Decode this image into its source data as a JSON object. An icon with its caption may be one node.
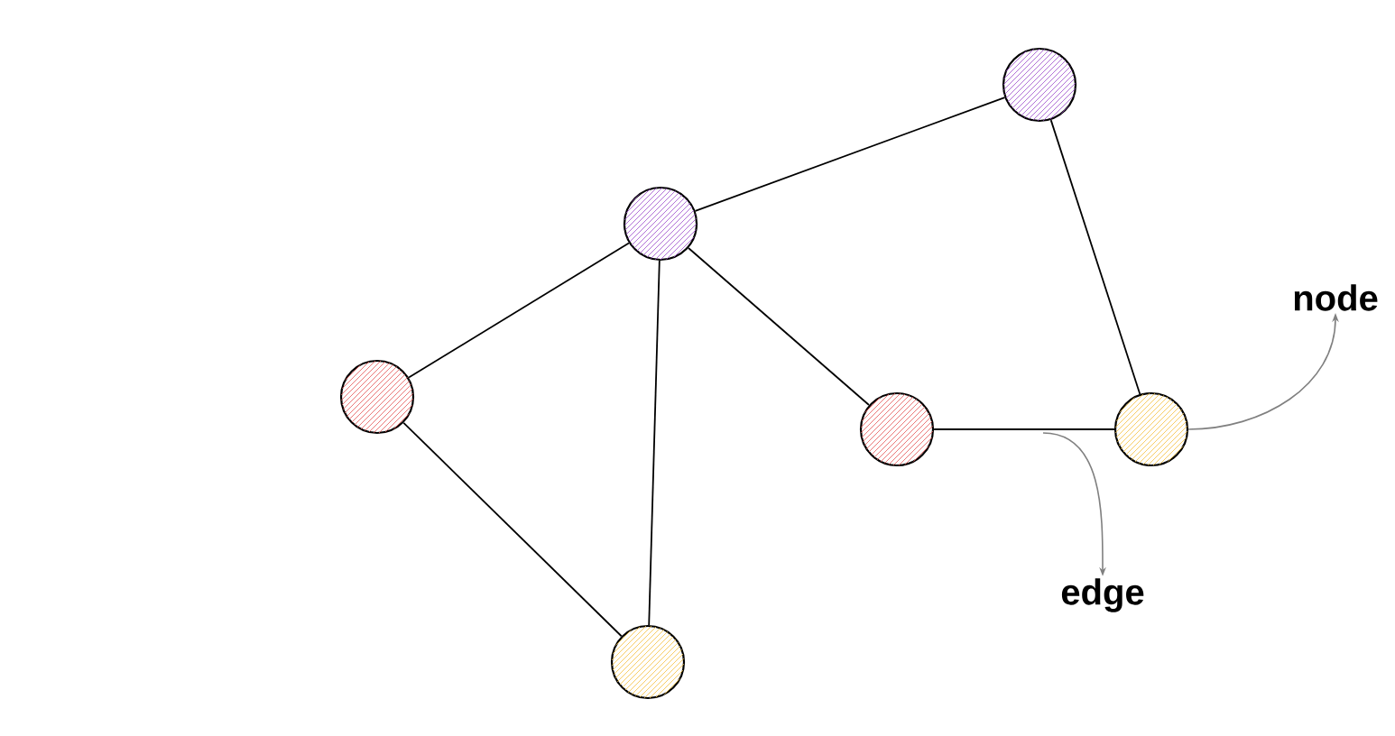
{
  "diagram": {
    "nodes": [
      {
        "text": [],
        "shape": "circle"
      },
      {
        "text": [],
        "shape": "circle"
      },
      {
        "text": [],
        "shape": "circle"
      },
      {
        "text": [],
        "shape": "circle"
      },
      {
        "text": [],
        "shape": "circle"
      },
      {
        "text": [],
        "shape": "circle"
      },
      {
        "text": [
          "node"
        ]
      },
      {
        "text": [
          "edge"
        ]
      }
    ],
    "edges": [
      {
        "from": 0,
        "to": 1,
        "arrow": "none"
      },
      {
        "from": 0,
        "to": 4,
        "arrow": "none"
      },
      {
        "from": 1,
        "to": 2,
        "arrow": "none"
      },
      {
        "from": 1,
        "to": 5,
        "arrow": "none"
      },
      {
        "from": 1,
        "to": 3,
        "arrow": "none"
      },
      {
        "from": 2,
        "to": 5,
        "arrow": "none"
      },
      {
        "from": 3,
        "to": 4,
        "arrow": "none"
      },
      {
        "from": 4,
        "to": 6,
        "arrow": "to",
        "color": "#808080"
      },
      {
        "from": null,
        "to": 7,
        "arrow": "to",
        "color": "#808080"
      }
    ]
  }
}
